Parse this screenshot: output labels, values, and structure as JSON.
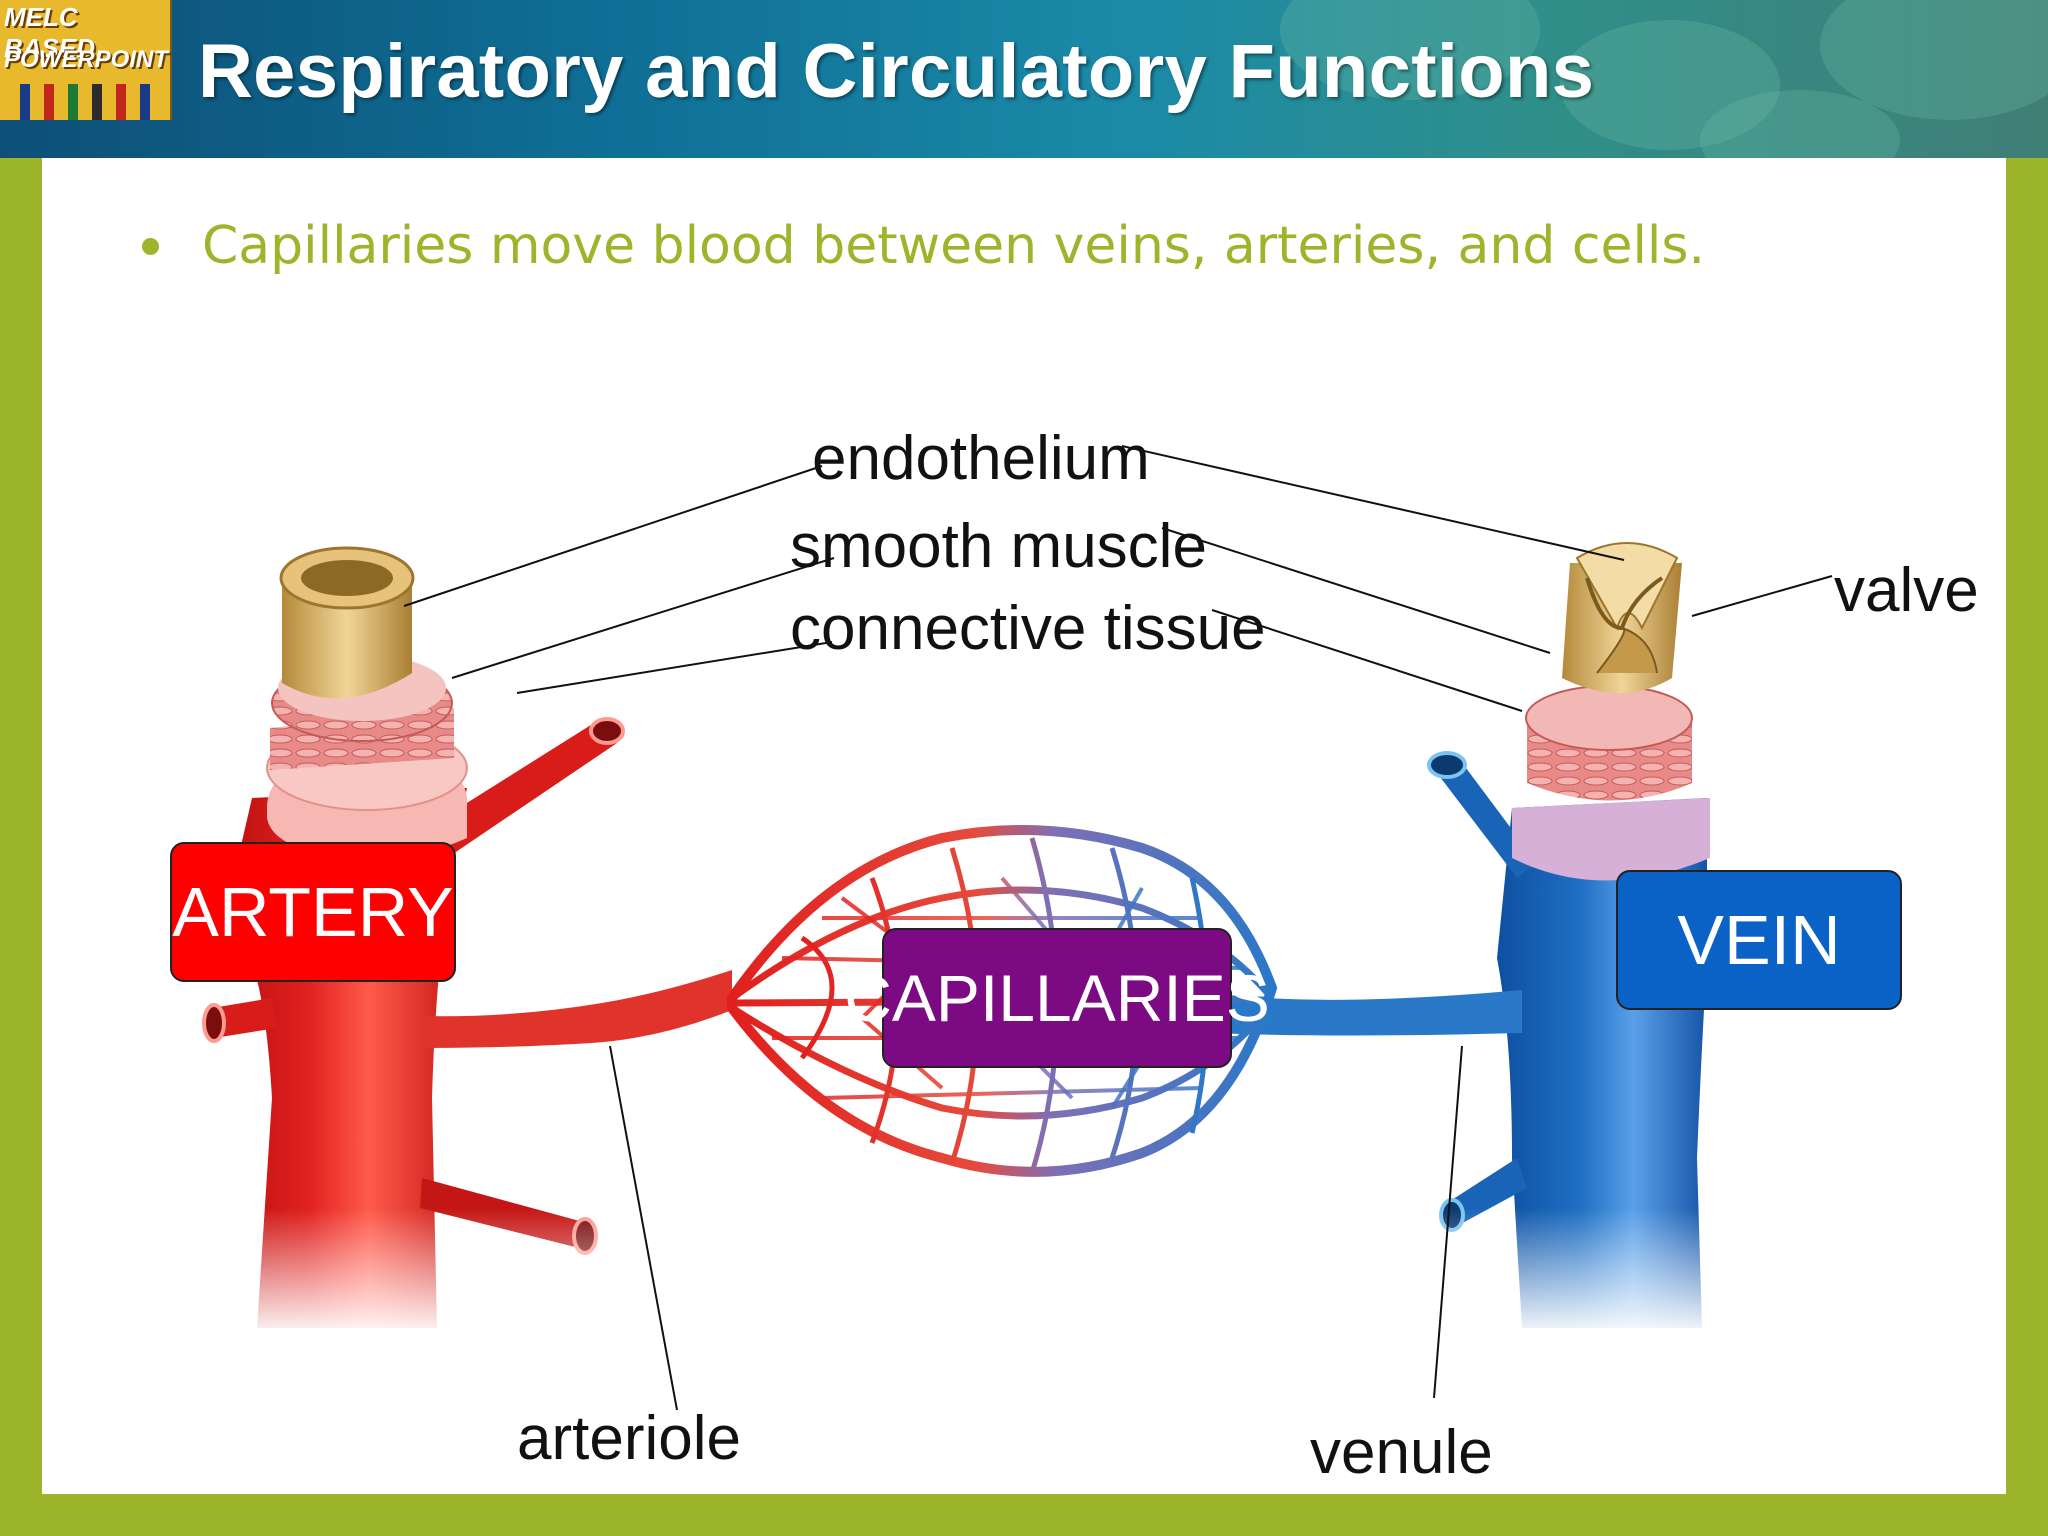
{
  "logo": {
    "line1": "MELC BASED",
    "line2": "POWERPOINT"
  },
  "title": "Respiratory and Circulatory Functions",
  "bullet": "Capillaries move blood between veins, arteries, and cells.",
  "labels": {
    "endothelium": "endothelium",
    "smooth_muscle": "smooth muscle",
    "connective_tissue": "connective tissue",
    "valve": "valve",
    "arteriole": "arteriole",
    "venule": "venule"
  },
  "boxes": {
    "artery": "ARTERY",
    "capillaries": "CAPILLARIES",
    "vein": "VEIN"
  },
  "colors": {
    "green_frame": "#9db52a",
    "artery_red": "#e0201e",
    "vein_blue": "#1f6fc4",
    "artery_box": "#ff0000",
    "capillaries_box": "#7b0a83",
    "vein_box": "#0a62c6"
  }
}
